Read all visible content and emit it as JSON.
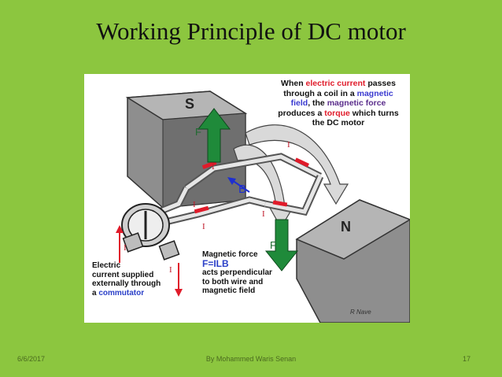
{
  "slide": {
    "title": "Working Principle of DC motor",
    "footer_date": "6/6/2017",
    "footer_author": "By Mohammed Waris Senan",
    "page_number": "17"
  },
  "figure": {
    "caption": {
      "p1": "When ",
      "electric_current": "electric current",
      "p2": " passes through a coil in a ",
      "magnetic_field": "magnetic field",
      "p3": ", the ",
      "magnetic_force": "magnetic force",
      "p4": " produces a ",
      "torque": "torque",
      "p5": " which turns the DC motor"
    },
    "pole_s": "S",
    "pole_n": "N",
    "force_label_top": "F",
    "force_label_bottom": "F",
    "field_label": "B",
    "current_label": "I",
    "left_note": {
      "line1": "Electric",
      "line2": "current supplied",
      "line3": "externally through",
      "line4": "a ",
      "commutator": "commutator"
    },
    "force_note": {
      "line1": "Magnetic force",
      "formula": "F=ILB",
      "line2": "acts perpendicular",
      "line3": "to both wire and",
      "line4": "magnetic field"
    },
    "credit": "R Nave"
  }
}
